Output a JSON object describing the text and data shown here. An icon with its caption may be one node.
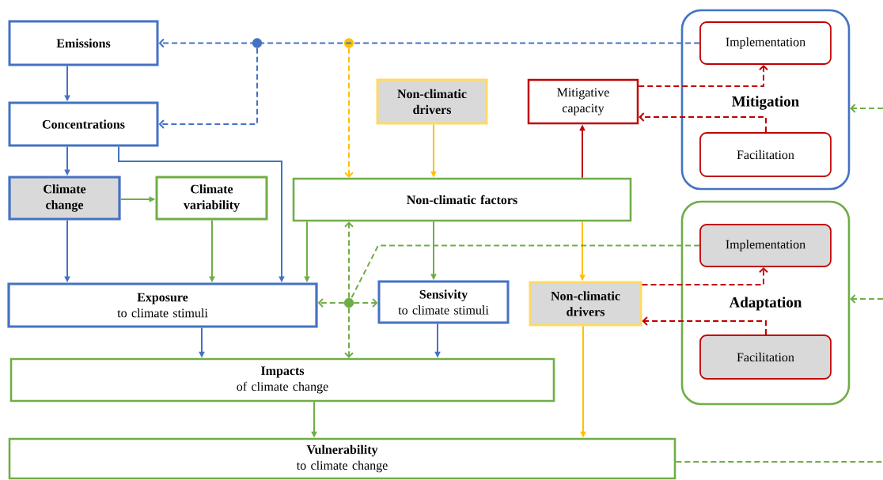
{
  "diagram": {
    "nodes": [
      {
        "text": [
          "Emissions"
        ]
      },
      {
        "text": [
          "Concentrations"
        ]
      },
      {
        "text": [
          "Climate change"
        ]
      },
      {
        "text": [
          "Climate variability"
        ]
      },
      {
        "text": [
          "Non-climatic drivers"
        ]
      },
      {
        "text": [
          "Mitigative capacity"
        ]
      },
      {
        "text": [
          "Mitigation"
        ]
      },
      {
        "text": [
          "Implementation"
        ],
        "in": 6
      },
      {
        "text": [
          "Facilitation"
        ],
        "in": 6
      },
      {
        "text": [
          "Non-climatic factors"
        ]
      },
      {
        "text": [
          "Adaptation"
        ]
      },
      {
        "text": [
          "Implementation"
        ],
        "in": 10
      },
      {
        "text": [
          "Facilitation"
        ],
        "in": 10
      },
      {
        "text": [
          "Exposure",
          "to climate stimuli"
        ]
      },
      {
        "text": [
          "Sensivity",
          "to climate stimuli"
        ]
      },
      {
        "text": [
          "Non-climatic drivers"
        ]
      },
      {
        "text": [
          "Impacts",
          "of climate change"
        ]
      },
      {
        "text": [
          "Vulnerability",
          "to climate change"
        ]
      },
      {
        "text": [],
        "shape": "circle"
      },
      {
        "text": [],
        "shape": "circle"
      },
      {
        "text": [],
        "shape": "circle"
      }
    ],
    "edges": [
      {
        "from": 0,
        "to": 1,
        "arrow": "to",
        "color": "#4472c4"
      },
      {
        "from": 1,
        "to": 2,
        "arrow": "to",
        "color": "#4472c4"
      },
      {
        "from": 1,
        "to": 13,
        "arrow": "to",
        "color": "#4472c4"
      },
      {
        "from": 2,
        "to": 3,
        "arrow": "to"
      },
      {
        "from": 2,
        "to": 13,
        "arrow": "to",
        "color": "#4472c4"
      },
      {
        "from": 3,
        "to": 13,
        "arrow": "to"
      },
      {
        "from": 4,
        "to": 9,
        "arrow": "to",
        "color": "#ffc000"
      },
      {
        "from": 9,
        "to": 13,
        "arrow": "to"
      },
      {
        "from": 9,
        "to": 14,
        "arrow": "to"
      },
      {
        "from": 9,
        "to": 5,
        "arrow": "to",
        "color": "#c00000"
      },
      {
        "from": 9,
        "to": 15,
        "arrow": "to",
        "color": "#ffc000"
      },
      {
        "from": 13,
        "to": 16,
        "arrow": "to",
        "color": "#4472c4"
      },
      {
        "from": 14,
        "to": 16,
        "arrow": "to",
        "color": "#4472c4"
      },
      {
        "from": 16,
        "to": 17,
        "arrow": "to"
      },
      {
        "from": 15,
        "to": 17,
        "arrow": "to",
        "color": "#ffc000"
      },
      {
        "from": 7,
        "to": 0,
        "arrow": "to",
        "style": "dashed",
        "color": "#4472c4"
      },
      {
        "from": 18,
        "to": 1,
        "arrow": "to",
        "style": "dashed",
        "color": "#4472c4"
      },
      {
        "from": 19,
        "to": 9,
        "arrow": "to",
        "style": "dashed",
        "color": "#ffc000"
      },
      {
        "from": 5,
        "to": 7,
        "arrow": "to",
        "style": "dashed",
        "color": "#c00000"
      },
      {
        "from": 8,
        "to": 5,
        "arrow": "to",
        "style": "dashed",
        "color": "#c00000"
      },
      {
        "from": 15,
        "to": 11,
        "arrow": "to",
        "style": "dashed",
        "color": "#c00000"
      },
      {
        "from": 12,
        "to": 15,
        "arrow": "to",
        "style": "dashed",
        "color": "#c00000"
      },
      {
        "from": 11,
        "to": 20,
        "arrow": "none",
        "style": "dashed"
      },
      {
        "from": 20,
        "to": 9,
        "arrow": "to",
        "style": "dashed"
      },
      {
        "from": 20,
        "to": 13,
        "arrow": "to",
        "style": "dashed"
      },
      {
        "from": 20,
        "to": 14,
        "arrow": "to",
        "style": "dashed"
      },
      {
        "from": 20,
        "to": 16,
        "arrow": "to",
        "style": "dashed"
      },
      {
        "from": null,
        "to": 6,
        "arrow": "to",
        "style": "dashed"
      },
      {
        "from": null,
        "to": 10,
        "arrow": "to",
        "style": "dashed"
      },
      {
        "from": 17,
        "to": null,
        "arrow": "none",
        "style": "dashed"
      }
    ]
  }
}
